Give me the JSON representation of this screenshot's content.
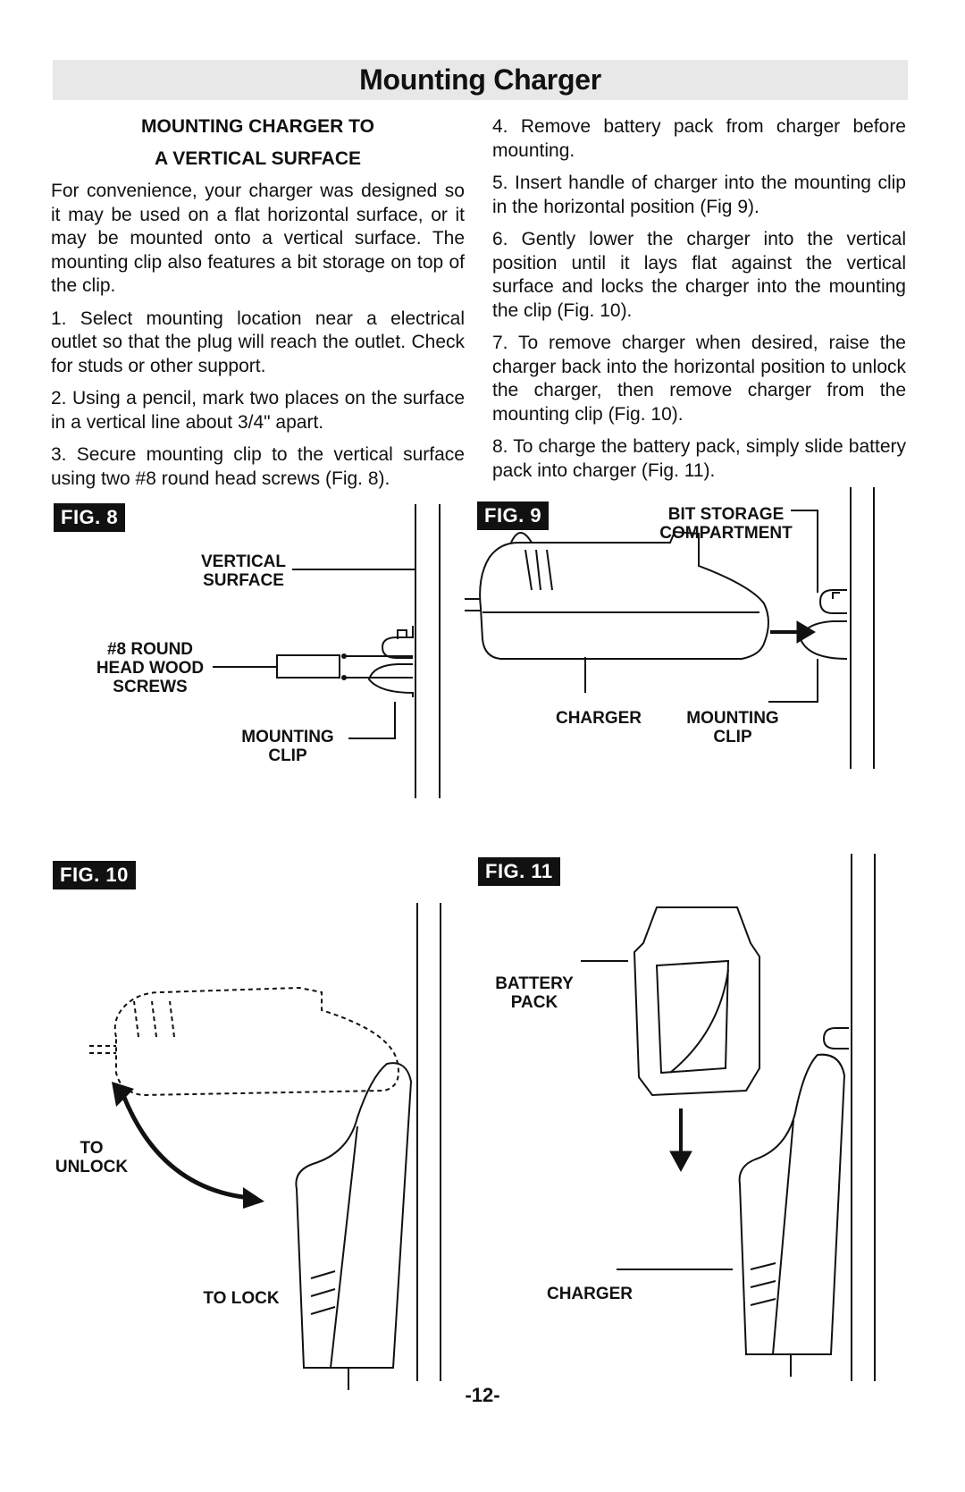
{
  "page": {
    "title": "Mounting Charger",
    "page_number": "-12-"
  },
  "left_column": {
    "heading_line1": "MOUNTING CHARGER TO",
    "heading_line2": "A VERTICAL SURFACE",
    "intro": "For convenience, your charger was designed so it may be used on a flat horizontal surface, or it may be mounted onto a vertical surface. The mounting clip also features a bit storage on top of the clip.",
    "steps": [
      "1. Select mounting location near a electrical outlet so that the plug will reach the outlet. Check for studs or other support.",
      "2. Using a pencil, mark two places on the surface in a vertical line about 3/4\" apart.",
      "3. Secure mounting clip to the vertical surface using two #8 round head screws (Fig. 8)."
    ]
  },
  "right_column": {
    "steps": [
      "4. Remove battery pack from charger before mounting.",
      "5. Insert handle of charger into the mounting clip in the horizontal position (Fig 9).",
      "6. Gently lower the charger into the vertical position until it lays flat against the vertical surface and locks the charger into the mounting the clip (Fig. 10).",
      "7. To remove charger when desired, raise the charger back into the horizontal position to unlock the charger, then remove charger from the mounting clip (Fig. 10).",
      "8. To charge the battery pack, simply slide battery pack into charger (Fig. 11)."
    ]
  },
  "figures": {
    "fig8": {
      "label": "FIG. 8",
      "vertical_surface": [
        "VERTICAL",
        "SURFACE"
      ],
      "screws": [
        "#8 ROUND",
        "HEAD WOOD",
        "SCREWS"
      ],
      "mounting_clip": [
        "MOUNTING",
        "CLIP"
      ]
    },
    "fig9": {
      "label": "FIG. 9",
      "bit_storage": [
        "BIT STORAGE",
        "COMPARTMENT"
      ],
      "charger": "CHARGER",
      "mounting_clip": [
        "MOUNTING",
        "CLIP"
      ]
    },
    "fig10": {
      "label": "FIG. 10",
      "to_unlock": [
        "TO",
        "UNLOCK"
      ],
      "to_lock": "TO LOCK"
    },
    "fig11": {
      "label": "FIG. 11",
      "battery_pack": [
        "BATTERY",
        "PACK"
      ],
      "charger": "CHARGER"
    }
  }
}
